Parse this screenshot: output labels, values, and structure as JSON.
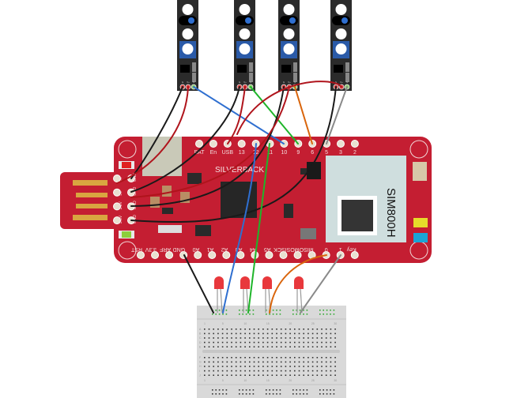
{
  "board": {
    "name": "SILVERBACK",
    "module": "SIM800H",
    "top_pins": [
      "BAT",
      "En",
      "USB",
      "13",
      "12",
      "11",
      "10",
      "9",
      "6",
      "5",
      "3",
      "2"
    ],
    "bottom_pins": [
      "RST",
      "3.3V",
      "ARF",
      "GND",
      "A0",
      "A1",
      "A2",
      "A3",
      "A4",
      "A5",
      "SCK",
      "MOSI",
      "MISO",
      "0",
      "1",
      "Key"
    ],
    "left_pins": [
      [
        "5V",
        "GND"
      ],
      [
        "5V",
        "GND"
      ],
      [
        "3.3V",
        "GND"
      ],
      [
        "3.3V",
        "GND"
      ]
    ]
  },
  "sensors": [
    {
      "pins": [
        "G",
        "V+",
        "S"
      ]
    },
    {
      "pins": [
        "G",
        "V+",
        "S"
      ]
    },
    {
      "pins": [
        "G",
        "V+",
        "S"
      ]
    },
    {
      "pins": [
        "G",
        "V+",
        "S"
      ]
    }
  ],
  "breadboard": {
    "column_labels": [
      "1",
      "5",
      "10",
      "15",
      "20",
      "25",
      "30"
    ],
    "row_labels_top": [
      "A",
      "B",
      "C",
      "D",
      "E"
    ],
    "row_labels_bottom": [
      "F",
      "G",
      "H",
      "I",
      "J"
    ]
  },
  "colors": {
    "board": "#c41e32",
    "wire_black": "#1a1a1a",
    "wire_red": "#b0141c",
    "wire_blue": "#2f6fd0",
    "wire_green": "#1fb52a",
    "wire_orange": "#d9650c",
    "wire_gray": "#8a8a8a",
    "led": "#e8383c"
  }
}
